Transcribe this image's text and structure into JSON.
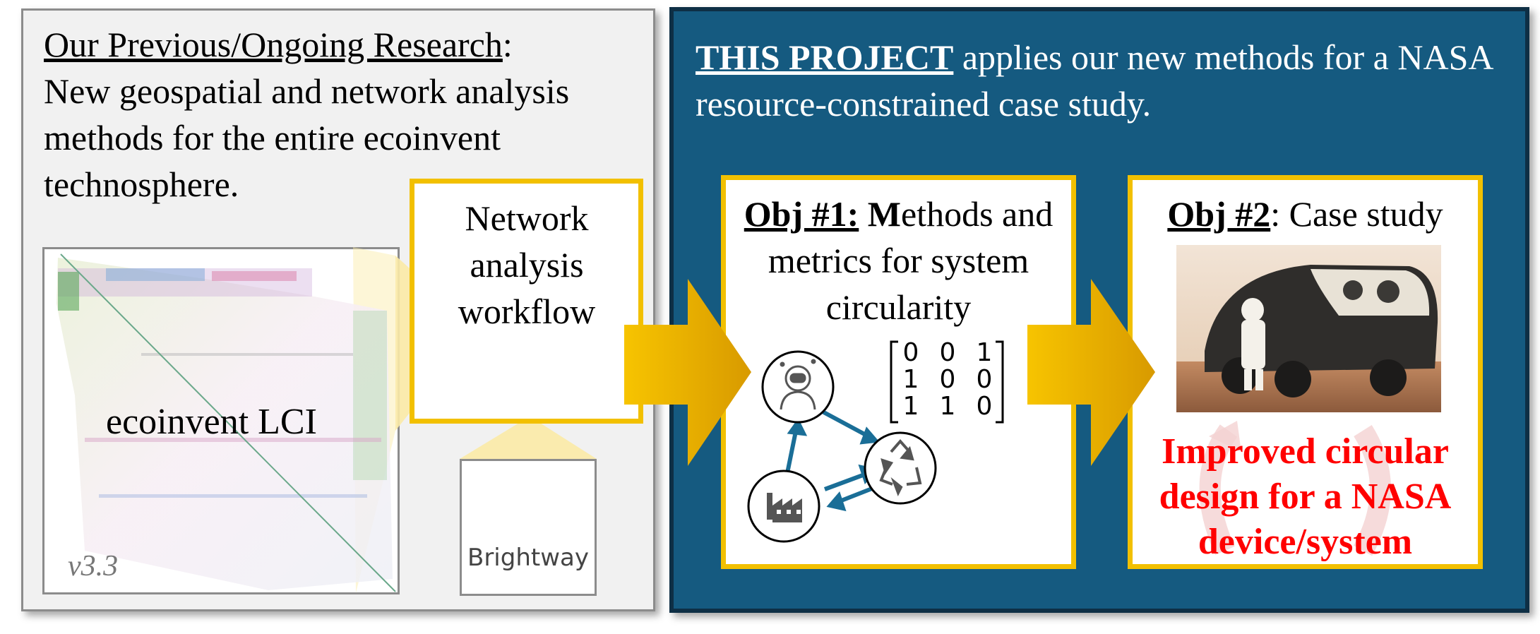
{
  "left_panel": {
    "heading": "Our Previous/Ongoing Research",
    "heading_suffix": ":",
    "body": "New geospatial and network analysis methods for the entire ecoinvent technosphere.",
    "matrix_label": "ecoinvent LCI",
    "version": "v3.3",
    "network_box_text": "Network analysis workflow",
    "brightway_label": "Brightway"
  },
  "right_panel": {
    "heading": "THIS PROJECT",
    "heading_rest": " applies our new methods for a NASA resource-constrained case study.",
    "obj1": {
      "label": "Obj #1:",
      "title_rest_bold": " M",
      "title_rest": "ethods and metrics for system circularity",
      "matrix": [
        [
          0,
          0,
          1
        ],
        [
          1,
          0,
          0
        ],
        [
          1,
          1,
          0
        ]
      ],
      "icons": [
        "astronaut-icon",
        "recycle-icon",
        "factory-icon"
      ]
    },
    "obj2": {
      "label": "Obj #2",
      "title_rest": ": Case study",
      "outcome": "Improved circular design for a NASA device/system"
    }
  },
  "colors": {
    "left_bg": "#f1f1f1",
    "right_bg": "#155a80",
    "box_border": "#f2c000",
    "arrow": "#e8a800",
    "outcome_text": "#ff0000",
    "network_arrow": "#1a6e97"
  }
}
